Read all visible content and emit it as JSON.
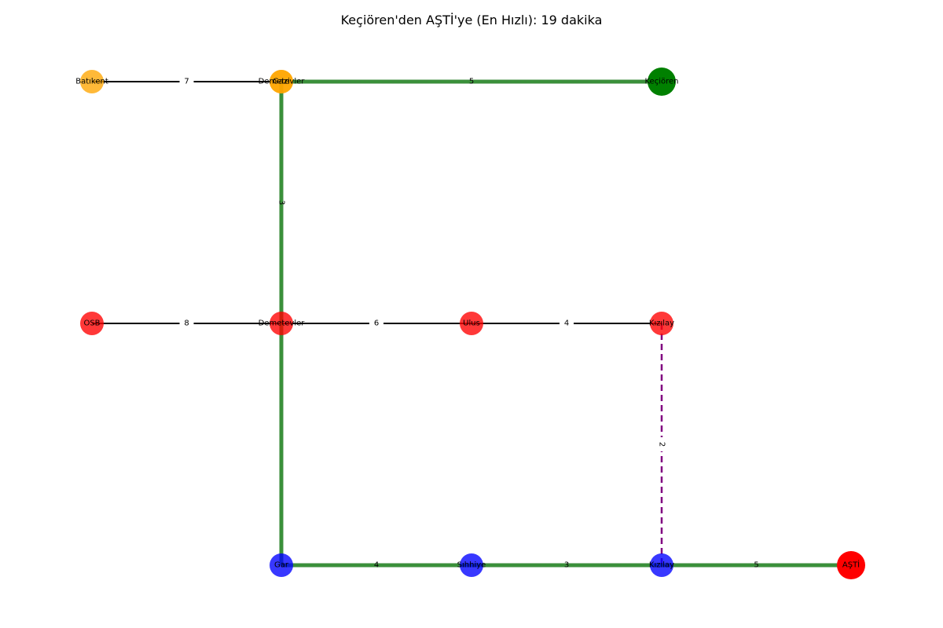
{
  "title": "Keçiören'den AŞTİ'ye (En Hızlı): 19 dakika",
  "colors": {
    "orange": "#ffa500",
    "red": "#ff0000",
    "blue": "#0000ff",
    "green": "#008000",
    "path": "#1a7a1a",
    "edge": "#000000",
    "transfer": "#800080"
  },
  "stations": [
    {
      "id": "batikent",
      "label": "Batıkent",
      "line": "orange"
    },
    {
      "id": "demetevler_o",
      "label": "Demetevler",
      "line": "orange"
    },
    {
      "id": "gazi",
      "label": "Gazi",
      "line": "orange"
    },
    {
      "id": "kecioren",
      "label": "Keçiören",
      "line": "green"
    },
    {
      "id": "osb",
      "label": "OSB",
      "line": "red"
    },
    {
      "id": "demetevler_r",
      "label": "Demetevler",
      "line": "red"
    },
    {
      "id": "ulus",
      "label": "Ulus",
      "line": "red"
    },
    {
      "id": "kizilay_r",
      "label": "Kızılay",
      "line": "red"
    },
    {
      "id": "gar",
      "label": "Gar",
      "line": "blue"
    },
    {
      "id": "sihhiye",
      "label": "Sıhhiye",
      "line": "blue"
    },
    {
      "id": "kizilay_b",
      "label": "Kızılay",
      "line": "blue"
    },
    {
      "id": "asti",
      "label": "AŞTİ",
      "line": "red"
    }
  ],
  "edges": [
    {
      "from": "batikent",
      "to": "gazi",
      "weight": "7",
      "kind": "normal"
    },
    {
      "from": "gazi",
      "to": "kecioren",
      "weight": "5",
      "kind": "path"
    },
    {
      "from": "gazi",
      "to": "demetevler_r",
      "weight": "3",
      "kind": "path"
    },
    {
      "from": "osb",
      "to": "demetevler_r",
      "weight": "8",
      "kind": "normal"
    },
    {
      "from": "demetevler_r",
      "to": "ulus",
      "weight": "6",
      "kind": "normal"
    },
    {
      "from": "ulus",
      "to": "kizilay_r",
      "weight": "4",
      "kind": "normal"
    },
    {
      "from": "kizilay_r",
      "to": "kizilay_b",
      "weight": "2",
      "kind": "transfer"
    },
    {
      "from": "demetevler_r",
      "to": "gar",
      "weight": "",
      "kind": "path"
    },
    {
      "from": "gar",
      "to": "sihhiye",
      "weight": "4",
      "kind": "path"
    },
    {
      "from": "sihhiye",
      "to": "kizilay_b",
      "weight": "3",
      "kind": "path"
    },
    {
      "from": "kizilay_b",
      "to": "asti",
      "weight": "5",
      "kind": "path"
    }
  ],
  "endpoints": {
    "start": "kecioren",
    "end": "asti"
  }
}
